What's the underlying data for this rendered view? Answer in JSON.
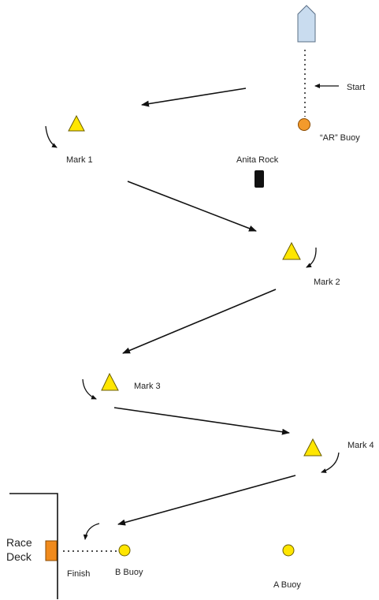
{
  "labels": {
    "start": "Start",
    "ar_buoy": "“AR” Buoy",
    "anita_rock": "Anita Rock",
    "mark1": "Mark 1",
    "mark2": "Mark 2",
    "mark3": "Mark 3",
    "mark4": "Mark 4",
    "race_deck_line1": "Race",
    "race_deck_line2": "Deck",
    "finish": "Finish",
    "b_buoy": "B Buoy",
    "a_buoy": "A Buoy"
  },
  "colors": {
    "boat_fill": "#c9dcef",
    "boat_stroke": "#5a6f86",
    "ar_buoy": "#f39a2b",
    "mark": "#ffe600",
    "mark_stroke": "#6b5e00",
    "yellow_buoy": "#ffe600",
    "race_deck_marker": "#f08a1c",
    "rock": "#111111",
    "line": "#111111"
  }
}
